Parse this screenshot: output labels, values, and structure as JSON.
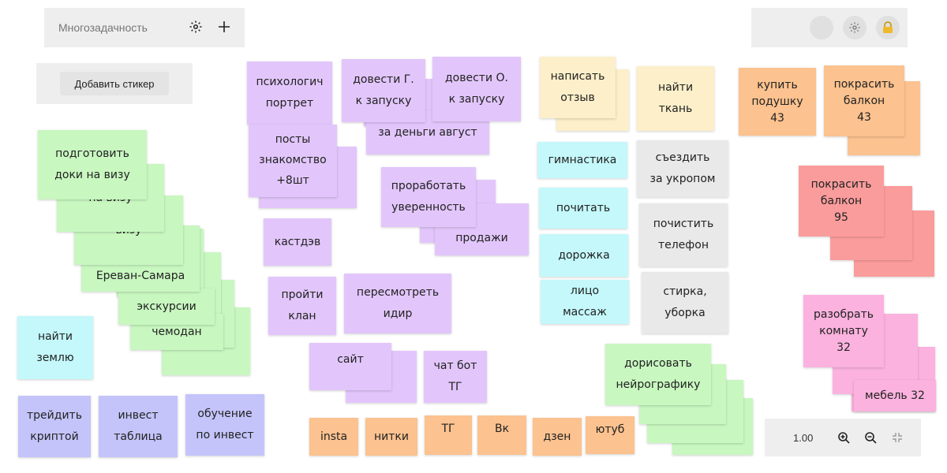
{
  "toolbar": {
    "title": "Многозадачность",
    "settings_icon": "gear-icon",
    "add_icon": "plus-icon"
  },
  "add_sticker_label": "Добавить стикер",
  "top_right": {
    "avatar_icon": "avatar-circle",
    "settings_icon": "gear-icon",
    "lock_icon": "lock-icon"
  },
  "zoom": {
    "value": "1.00",
    "zoom_in_icon": "zoom-in-icon",
    "zoom_out_icon": "zoom-out-icon",
    "fit_icon": "fit-screen-icon"
  },
  "colors": {
    "green": "#c8f7c0",
    "purple": "#e2c6fb",
    "cyan": "#c4f8fb",
    "blue": "#c4c4fb",
    "orange": "#fcc28f",
    "yellow": "#fcefc9",
    "grey": "#e9e9e9",
    "red": "#fb9c9c",
    "pink": "#fbb2de"
  },
  "stickers": [
    {
      "text": "",
      "color": "green"
    },
    {
      "text": "",
      "color": "green"
    },
    {
      "text": "",
      "color": "green"
    },
    {
      "text": "",
      "color": "green"
    },
    {
      "text": "",
      "color": "green"
    },
    {
      "text": "",
      "color": "green"
    },
    {
      "text": "",
      "color": "green"
    },
    {
      "text": "",
      "color": "green"
    },
    {
      "text": "подготовить\nдоки на визу",
      "color": "green"
    },
    {
      "text": "на визу",
      "color": "green"
    },
    {
      "text": "визу",
      "color": "green"
    },
    {
      "text": "Ереван-Самара",
      "color": "green"
    },
    {
      "text": "экскурсии",
      "color": "green"
    },
    {
      "text": "чемодан",
      "color": "green"
    },
    {
      "text": "найти\nземлю",
      "color": "cyan"
    },
    {
      "text": "трейдить\nкриптой",
      "color": "blue"
    },
    {
      "text": "инвест\nтаблица",
      "color": "blue"
    },
    {
      "text": "обучение\nпо инвест",
      "color": "blue"
    },
    {
      "text": "психологич\nпортрет",
      "color": "purple"
    },
    {
      "text": "",
      "color": "purple"
    },
    {
      "text": "за деньги август",
      "color": "purple"
    },
    {
      "text": "довести Г.\nк запуску",
      "color": "purple"
    },
    {
      "text": "довести О.\nк запуску",
      "color": "purple"
    },
    {
      "text": "",
      "color": "purple"
    },
    {
      "text": "посты\nзнакомство\n+8шт",
      "color": "purple"
    },
    {
      "text": "",
      "color": "purple"
    },
    {
      "text": "продажи",
      "color": "purple"
    },
    {
      "text": "",
      "color": "purple"
    },
    {
      "text": "проработать\nуверенность",
      "color": "purple"
    },
    {
      "text": "кастдэв",
      "color": "purple"
    },
    {
      "text": "пройти\nклан",
      "color": "purple"
    },
    {
      "text": "пересмотреть\nидир",
      "color": "purple"
    },
    {
      "text": "",
      "color": "purple"
    },
    {
      "text": "сайт",
      "color": "purple"
    },
    {
      "text": "чат бот\nТГ",
      "color": "purple"
    },
    {
      "text": "insta",
      "color": "orange"
    },
    {
      "text": "нитки",
      "color": "orange"
    },
    {
      "text": "ТГ",
      "color": "orange"
    },
    {
      "text": "Вк",
      "color": "orange"
    },
    {
      "text": "дзен",
      "color": "orange"
    },
    {
      "text": "ютуб",
      "color": "orange"
    },
    {
      "text": "",
      "color": "yellow"
    },
    {
      "text": "написать\nотзыв",
      "color": "yellow"
    },
    {
      "text": "найти\nткань",
      "color": "yellow"
    },
    {
      "text": "гимнастика",
      "color": "cyan"
    },
    {
      "text": "почитать",
      "color": "cyan"
    },
    {
      "text": "дорожка",
      "color": "cyan"
    },
    {
      "text": "лицо\nмассаж",
      "color": "cyan"
    },
    {
      "text": "съездить\nза укропом",
      "color": "grey"
    },
    {
      "text": "почистить\nтелефон",
      "color": "grey"
    },
    {
      "text": "стирка,\nуборка",
      "color": "grey"
    },
    {
      "text": "",
      "color": "green"
    },
    {
      "text": "",
      "color": "green"
    },
    {
      "text": "",
      "color": "green"
    },
    {
      "text": "дорисовать\nнейрографику",
      "color": "green"
    },
    {
      "text": "купить\nподушку\n43",
      "color": "orange"
    },
    {
      "text": "",
      "color": "orange"
    },
    {
      "text": "покрасить\nбалкон\n43",
      "color": "orange"
    },
    {
      "text": "",
      "color": "red"
    },
    {
      "text": "",
      "color": "red"
    },
    {
      "text": "покрасить\nбалкон\n95",
      "color": "red"
    },
    {
      "text": "",
      "color": "pink"
    },
    {
      "text": "",
      "color": "pink"
    },
    {
      "text": "мебель 32",
      "color": "pink"
    },
    {
      "text": "разобрать\nкомнату\n32",
      "color": "pink"
    }
  ]
}
